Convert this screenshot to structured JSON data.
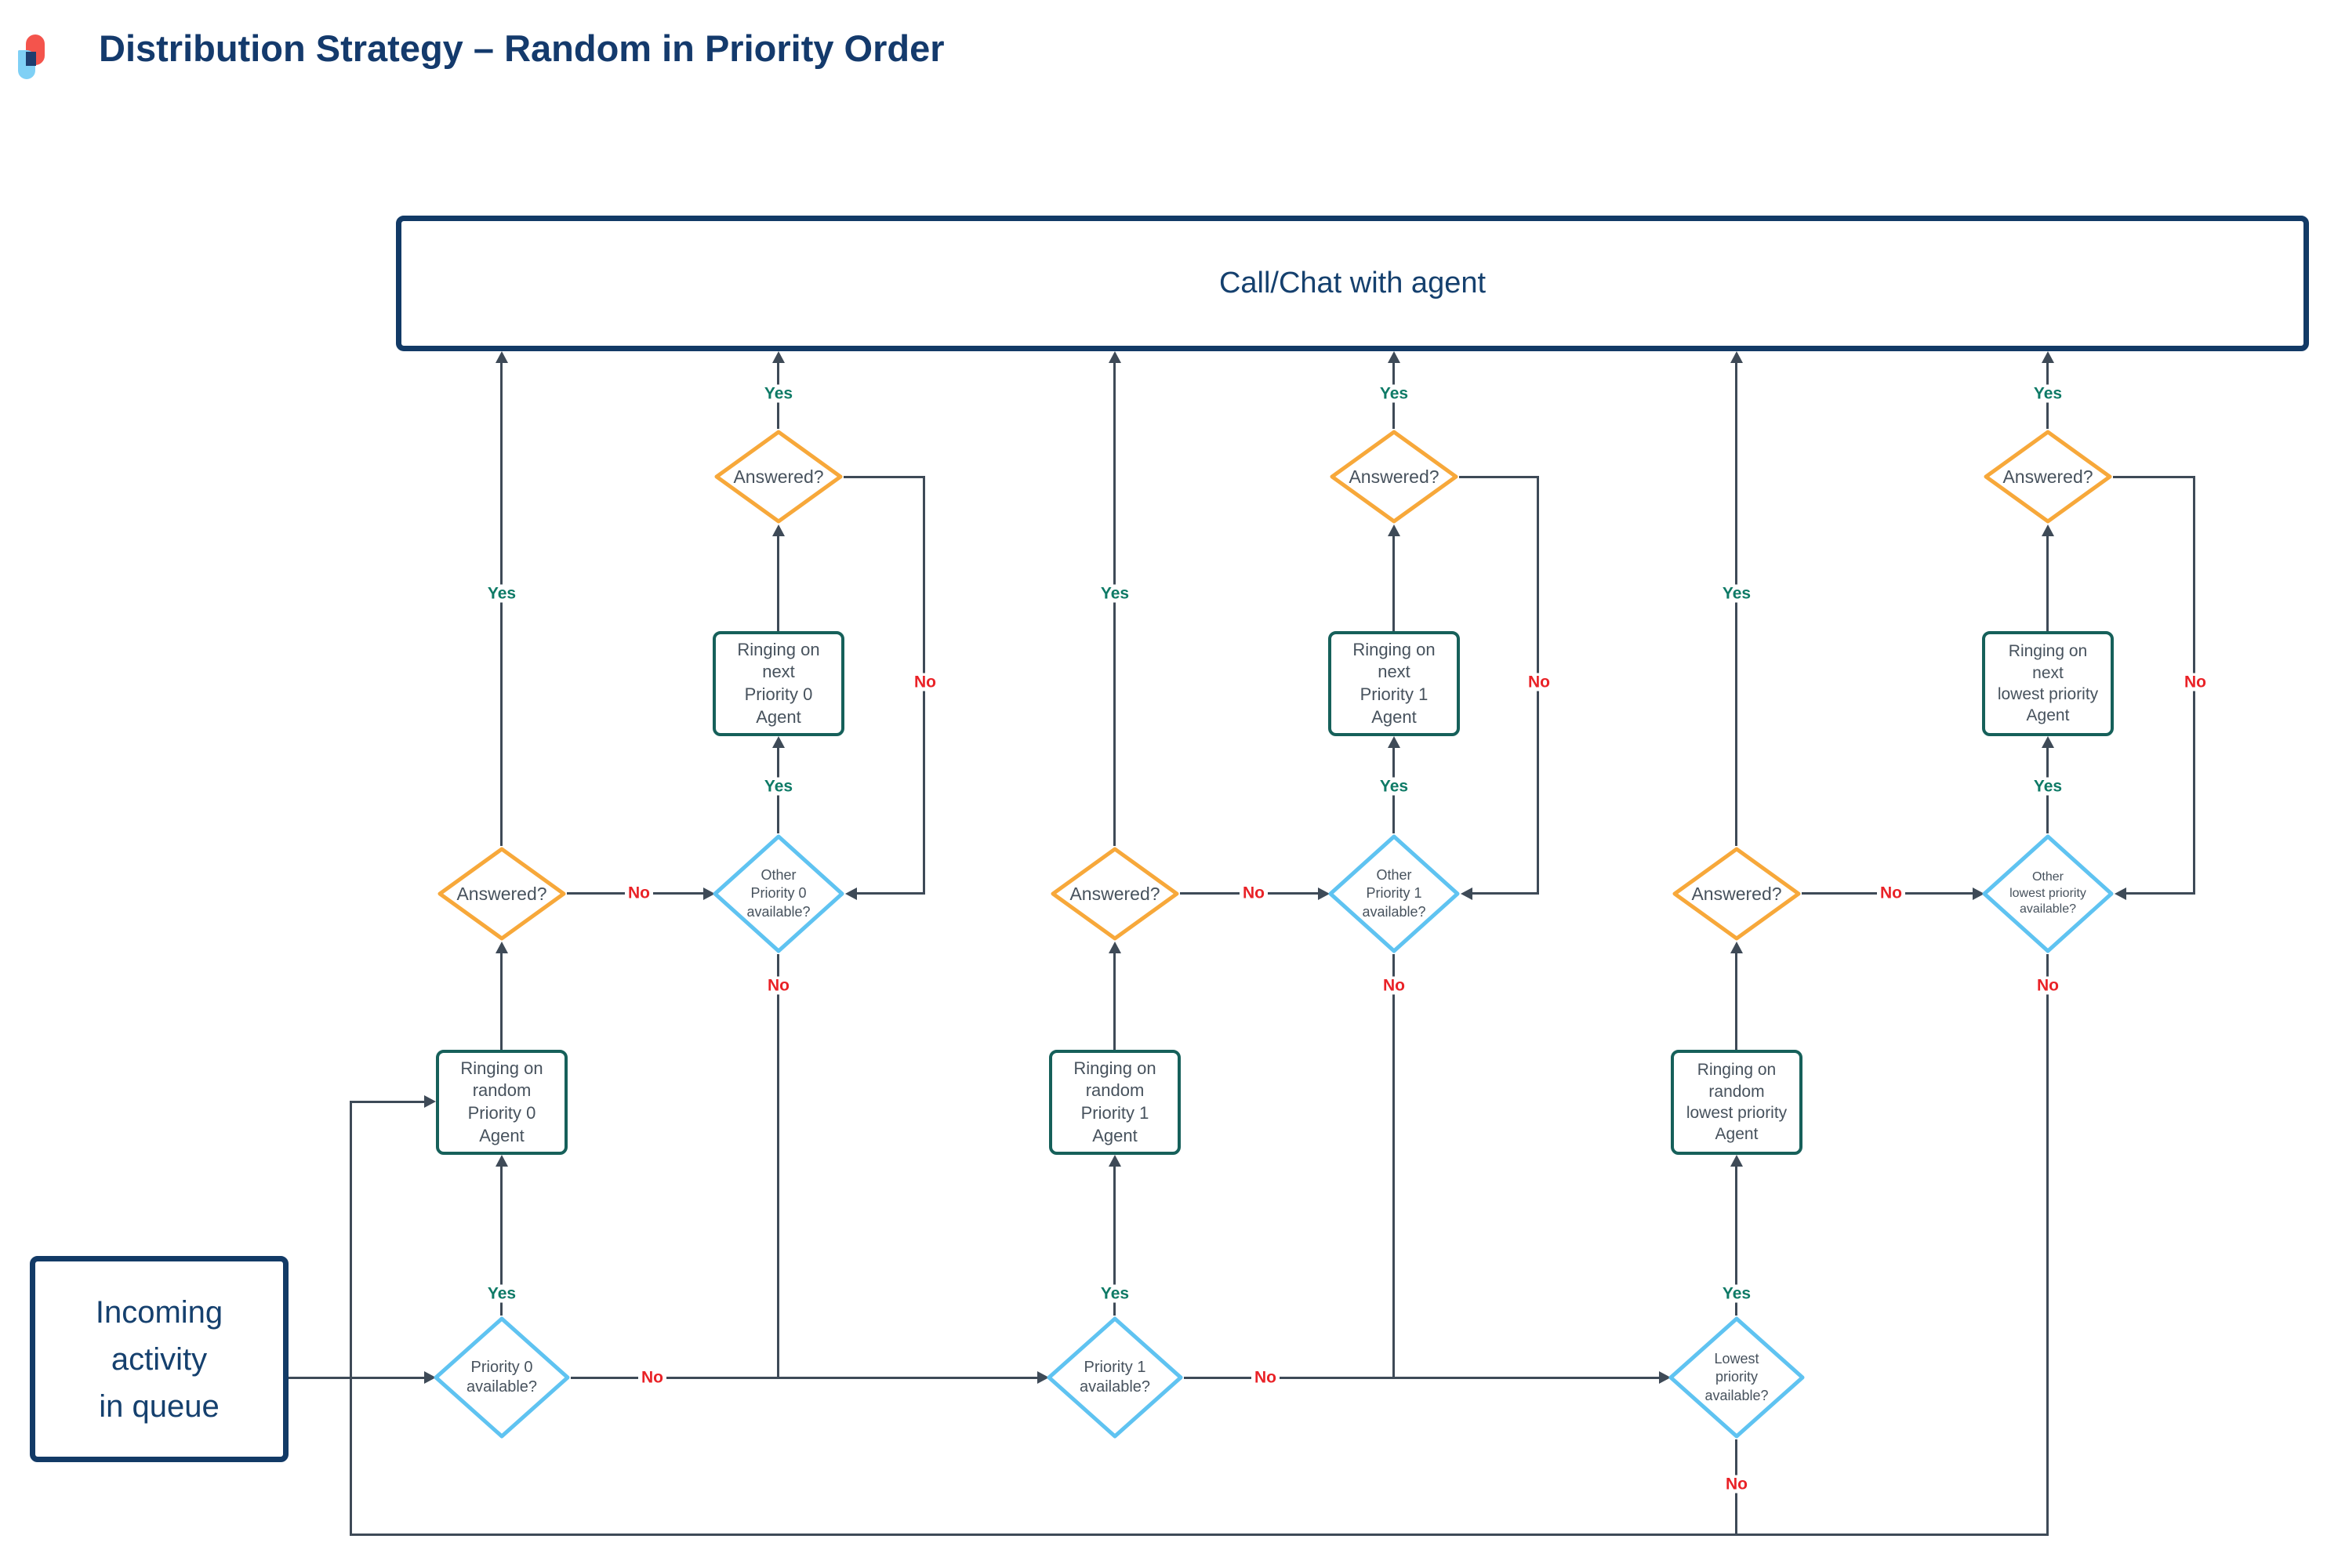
{
  "title": "Distribution Strategy – Random in Priority Order",
  "labels": {
    "yes": "Yes",
    "no": "No"
  },
  "call_box": {
    "text": "Call/Chat with agent"
  },
  "incoming_box": {
    "text": "Incoming\nactivity\nin queue"
  },
  "columns": [
    {
      "name": "priority-0",
      "available_check": "Priority 0\navailable?",
      "ringing_random": "Ringing on\nrandom\nPriority 0\nAgent",
      "answered": "Answered?",
      "other_check": "Other\nPriority 0\navailable?",
      "ringing_next": "Ringing on\nnext\nPriority 0\nAgent",
      "answered_top": "Answered?"
    },
    {
      "name": "priority-1",
      "available_check": "Priority 1\navailable?",
      "ringing_random": "Ringing on\nrandom\nPriority 1\nAgent",
      "answered": "Answered?",
      "other_check": "Other\nPriority 1\navailable?",
      "ringing_next": "Ringing on\nnext\nPriority 1\nAgent",
      "answered_top": "Answered?"
    },
    {
      "name": "lowest-priority",
      "available_check": "Lowest\npriority\navailable?",
      "ringing_random": "Ringing on\nrandom\nlowest priority\nAgent",
      "answered": "Answered?",
      "other_check": "Other\nlowest priority\navailable?",
      "ringing_next": "Ringing on\nnext\nlowest priority\nAgent",
      "answered_top": "Answered?"
    }
  ],
  "colors": {
    "title_navy": "#143a6c",
    "box_navy_border": "#123a66",
    "teal_box_border": "#16605a",
    "orange_diamond": "#f7a83a",
    "blue_diamond": "#5fc3f1",
    "connector": "#3e4a57",
    "yes_green": "#0e7a66",
    "no_red": "#e92227",
    "node_text": "#47525d",
    "logo_red": "#f4544c",
    "logo_blue": "#7fd0f5"
  }
}
